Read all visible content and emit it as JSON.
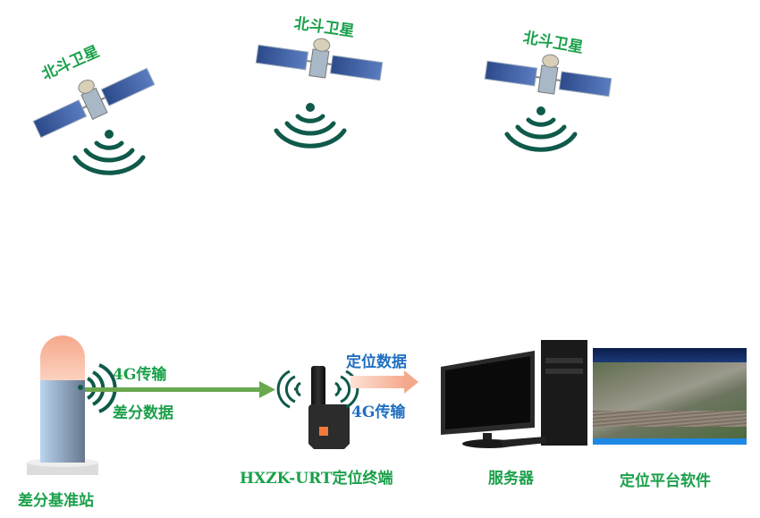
{
  "satellites": [
    {
      "label": "北斗卫星"
    },
    {
      "label": "北斗卫星"
    },
    {
      "label": "北斗卫星"
    }
  ],
  "base_station": {
    "label": "差分基准站",
    "link_top": "4G传输",
    "link_bottom": "差分数据"
  },
  "terminal": {
    "label": "HXZK-URT定位终端",
    "link_top": "定位数据",
    "link_bottom": "4G传输"
  },
  "server": {
    "label": "服务器"
  },
  "platform": {
    "label": "定位平台软件"
  },
  "colors": {
    "label_green": "#1aa04a",
    "label_blue": "#1f6fc0",
    "wave": "#0f5a4a",
    "arrow_green": "#6aa84f",
    "arrow_orange": "#f6b9a0"
  }
}
